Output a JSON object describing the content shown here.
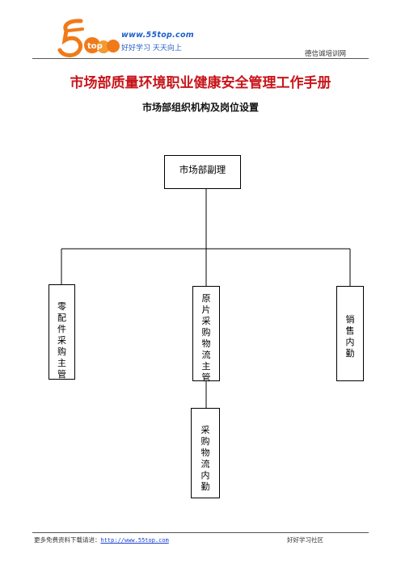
{
  "header": {
    "logo_url": "www.55top.com",
    "logo_tagline": "好好学习 天天向上",
    "site_name": "德信诚培训网"
  },
  "document": {
    "title": "市场部质量环境职业健康安全管理工作手册",
    "subtitle": "市场部组织机构及岗位设置"
  },
  "org_chart": {
    "root": "市场部副理",
    "children": [
      {
        "label": [
          "零",
          "配",
          "件",
          "采",
          "购",
          "主",
          "管"
        ]
      },
      {
        "label": [
          "原",
          "片",
          "采",
          "购",
          "物",
          "流",
          "主",
          "管"
        ]
      },
      {
        "label": [
          "销",
          "售",
          "内",
          "勤"
        ]
      }
    ],
    "sub_child": {
      "label": [
        "采",
        "购",
        "物",
        "流",
        "内",
        "勤"
      ]
    }
  },
  "footer": {
    "left_prefix": "更多免费资料下载请进：",
    "link": "http://www.55top.com",
    "right": "好好学习社区"
  },
  "colors": {
    "title": "#c8151b",
    "logo_orange": "#f07a1a",
    "logo_blue": "#1a5fc9",
    "link": "#1a3fd6"
  }
}
